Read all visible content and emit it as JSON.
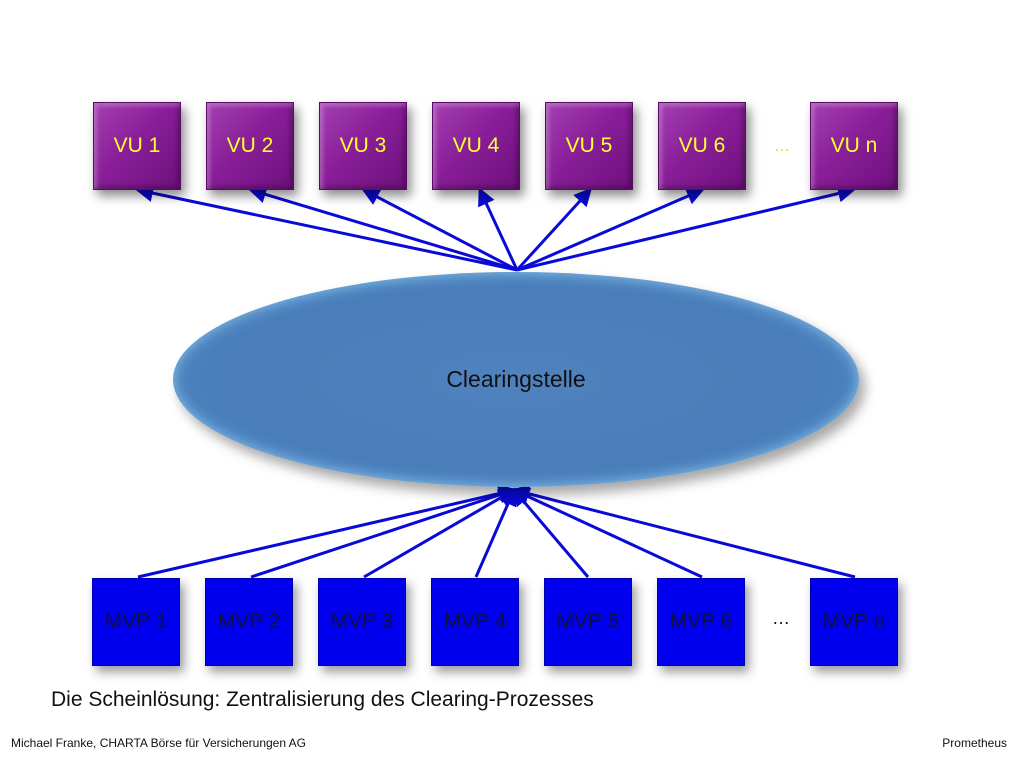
{
  "diagram": {
    "insurers": [
      "VU 1",
      "VU 2",
      "VU 3",
      "VU 4",
      "VU 5",
      "VU 6",
      "VU n"
    ],
    "insurers_ellipsis": "…",
    "hub": "Clearingstelle",
    "brokers": [
      "MVP 1",
      "MVP 2",
      "MVP 3",
      "MVP 4",
      "MVP 5",
      "MVP 6",
      "MVP n"
    ],
    "brokers_ellipsis": "…"
  },
  "caption": "Die Scheinlösung: Zentralisierung des Clearing-Prozesses",
  "footer": {
    "left": "Michael Franke, CHARTA Börse für Versicherungen AG",
    "right": "Prometheus"
  },
  "colors": {
    "insurer_box": "#8a1f99",
    "insurer_text": "#ffff33",
    "broker_box": "#0000ee",
    "hub": "#4a7db9",
    "arrow": "#0a0ad8"
  }
}
